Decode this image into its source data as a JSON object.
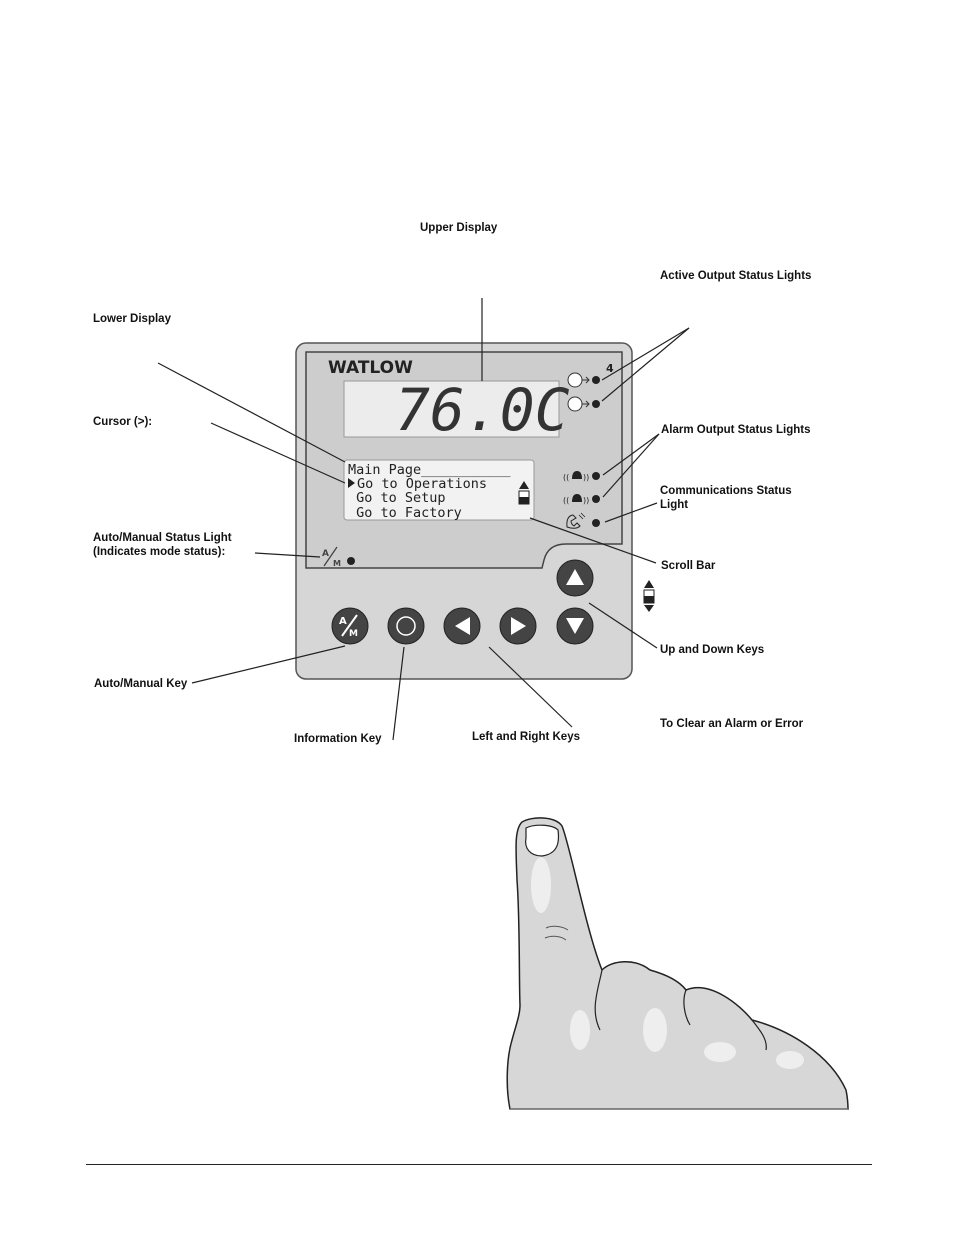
{
  "labels": {
    "upper_display": "Upper Display",
    "active_output": "Active Output Status Lights",
    "lower_display": "Lower Display",
    "cursor": "Cursor (>):",
    "alarm_output": "Alarm Output Status Lights",
    "communications": "Communications Status\nLight",
    "auto_manual_light": "Auto/Manual Status Light\n(Indicates mode status):",
    "scroll_bar": "Scroll Bar",
    "up_down_keys": "Up and Down Keys",
    "auto_manual_key": "Auto/Manual Key",
    "information_key": "Information Key",
    "left_right_keys": "Left and Right Keys",
    "clear_alarm": "To Clear an Alarm or Error"
  },
  "device": {
    "brand": "WATLOW",
    "model_digit": "4",
    "upper_value": "76.0C",
    "lcd_lines": [
      "Main Page___________",
      "Go to Operations",
      " Go to Setup",
      " Go to Factory"
    ],
    "am_key_label": "A/M",
    "am_light_label": "A/M"
  }
}
